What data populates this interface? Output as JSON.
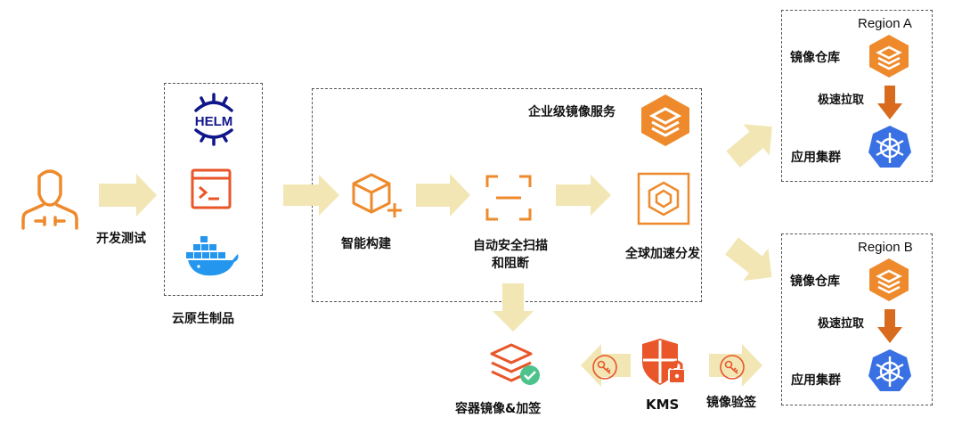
{
  "labels": {
    "dev_test": "开发测试",
    "cloud_native": "云原生制品",
    "enterprise_service": "企业级镜像服务",
    "smart_build": "智能构建",
    "scan_line1": "自动安全扫描",
    "scan_line2": "和阻断",
    "global_dist": "全球加速分发",
    "encrypt_sign": "容器镜像&加签",
    "kms": "KMS",
    "verify": "镜像验签",
    "helm": "HELM"
  },
  "regions": [
    {
      "title": "Region A",
      "repo": "镜像仓库",
      "pull": "极速拉取",
      "cluster": "应用集群"
    },
    {
      "title": "Region B",
      "repo": "镜像仓库",
      "pull": "极速拉取",
      "cluster": "应用集群"
    }
  ],
  "colors": {
    "orange": "#ee8a2c",
    "arrow": "#f1e6b4",
    "dark_orange": "#d96b1e",
    "k8s_blue": "#3970e4",
    "helm_navy": "#0f1689",
    "docker_blue": "#2496ed",
    "red_orange": "#e8562a"
  },
  "icons": [
    "developer-icon",
    "helm-icon",
    "terminal-icon",
    "docker-icon",
    "build-box-icon",
    "scan-icon",
    "global-distribution-icon",
    "image-layers-icon",
    "key-icon",
    "kms-shield-icon",
    "image-repo-icon",
    "kubernetes-icon"
  ]
}
